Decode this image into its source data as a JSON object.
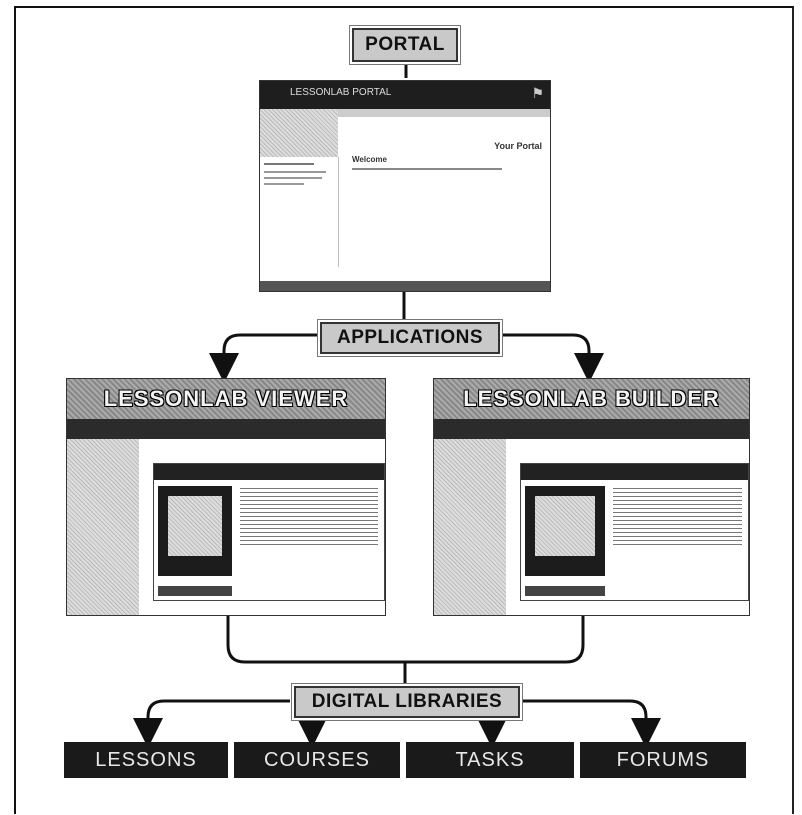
{
  "portal": {
    "label": "PORTAL",
    "screenshot": {
      "header": "LESSONLAB PORTAL",
      "welcome": "Welcome",
      "right_text": "Your Portal"
    }
  },
  "applications": {
    "label": "APPLICATIONS",
    "viewer": {
      "title": "LESSONLAB VIEWER"
    },
    "builder": {
      "title": "LESSONLAB BUILDER"
    }
  },
  "digital_libraries": {
    "label": "DIGITAL LIBRARIES",
    "items": [
      "LESSONS",
      "COURSES",
      "TASKS",
      "FORUMS"
    ]
  }
}
